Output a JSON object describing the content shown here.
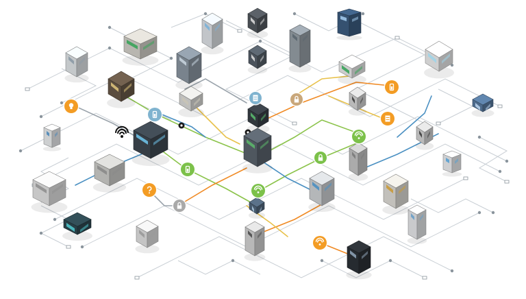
{
  "diagram": {
    "watermark": "",
    "colors": {
      "background": "#ffffff",
      "grid_line": "#c8ced4",
      "trace_gray": "#9aa3ab",
      "trace_orange": "#f08a24",
      "trace_green": "#8bc34a",
      "trace_blue": "#4a90c2",
      "trace_yellow": "#e8c14a",
      "hub_orange": "#f39c24",
      "hub_green": "#7cc14a",
      "hub_blue": "#7fb3cf",
      "hub_tan": "#c9a77a",
      "hub_gray": "#a9a9a9"
    },
    "devices": [
      {
        "name": "server-rack-device",
        "kind": "rack"
      },
      {
        "name": "desktop-monitor-device",
        "kind": "monitor"
      },
      {
        "name": "server-tower-device",
        "kind": "tower"
      },
      {
        "name": "storage-array-device",
        "kind": "storage"
      },
      {
        "name": "router-box-device",
        "kind": "router"
      },
      {
        "name": "network-switch-device",
        "kind": "switch"
      },
      {
        "name": "datacenter-building-device",
        "kind": "building"
      },
      {
        "name": "chip-cube-device",
        "kind": "chip"
      },
      {
        "name": "wall-outlet-device",
        "kind": "outlet"
      }
    ],
    "hubs": [
      {
        "name": "light-bulb-hub",
        "icon": "bulb"
      },
      {
        "name": "question-hub",
        "icon": "question"
      },
      {
        "name": "lock-hub",
        "icon": "lock"
      },
      {
        "name": "wifi-hub",
        "icon": "wifi"
      },
      {
        "name": "battery-hub",
        "icon": "battery"
      },
      {
        "name": "server-hub",
        "icon": "server"
      }
    ]
  }
}
